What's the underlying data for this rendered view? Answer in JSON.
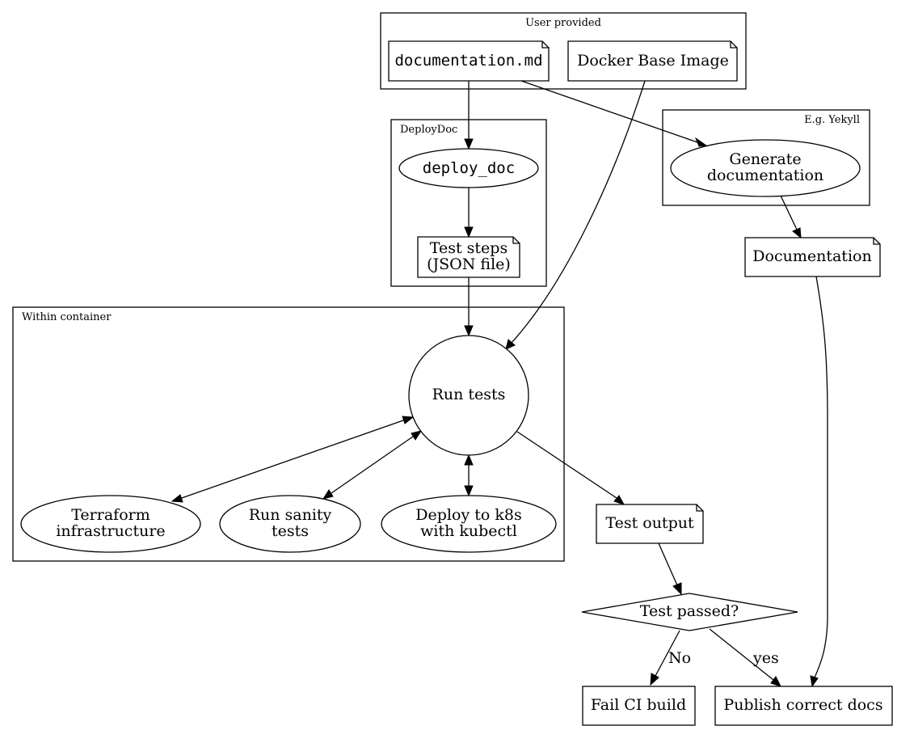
{
  "clusters": {
    "user_provided": "User provided",
    "deploydoc": "DeployDoc",
    "yekyll": "E.g. Yekyll",
    "within_container": "Within container"
  },
  "nodes": {
    "documentation_md": "documentation.md",
    "docker_base_image": "Docker Base Image",
    "deploy_doc": "deploy_doc",
    "test_steps": [
      "Test steps",
      "(JSON file)"
    ],
    "generate_documentation": [
      "Generate",
      "documentation"
    ],
    "documentation": "Documentation",
    "run_tests": "Run tests",
    "terraform": [
      "Terraform",
      "infrastructure"
    ],
    "run_sanity": [
      "Run sanity",
      "tests"
    ],
    "deploy_k8s": [
      "Deploy to k8s",
      "with kubectl"
    ],
    "test_output": "Test output",
    "test_passed": "Test passed?",
    "fail_ci": "Fail CI build",
    "publish_docs": "Publish correct docs"
  },
  "edge_labels": {
    "no": "No",
    "yes": "yes"
  }
}
